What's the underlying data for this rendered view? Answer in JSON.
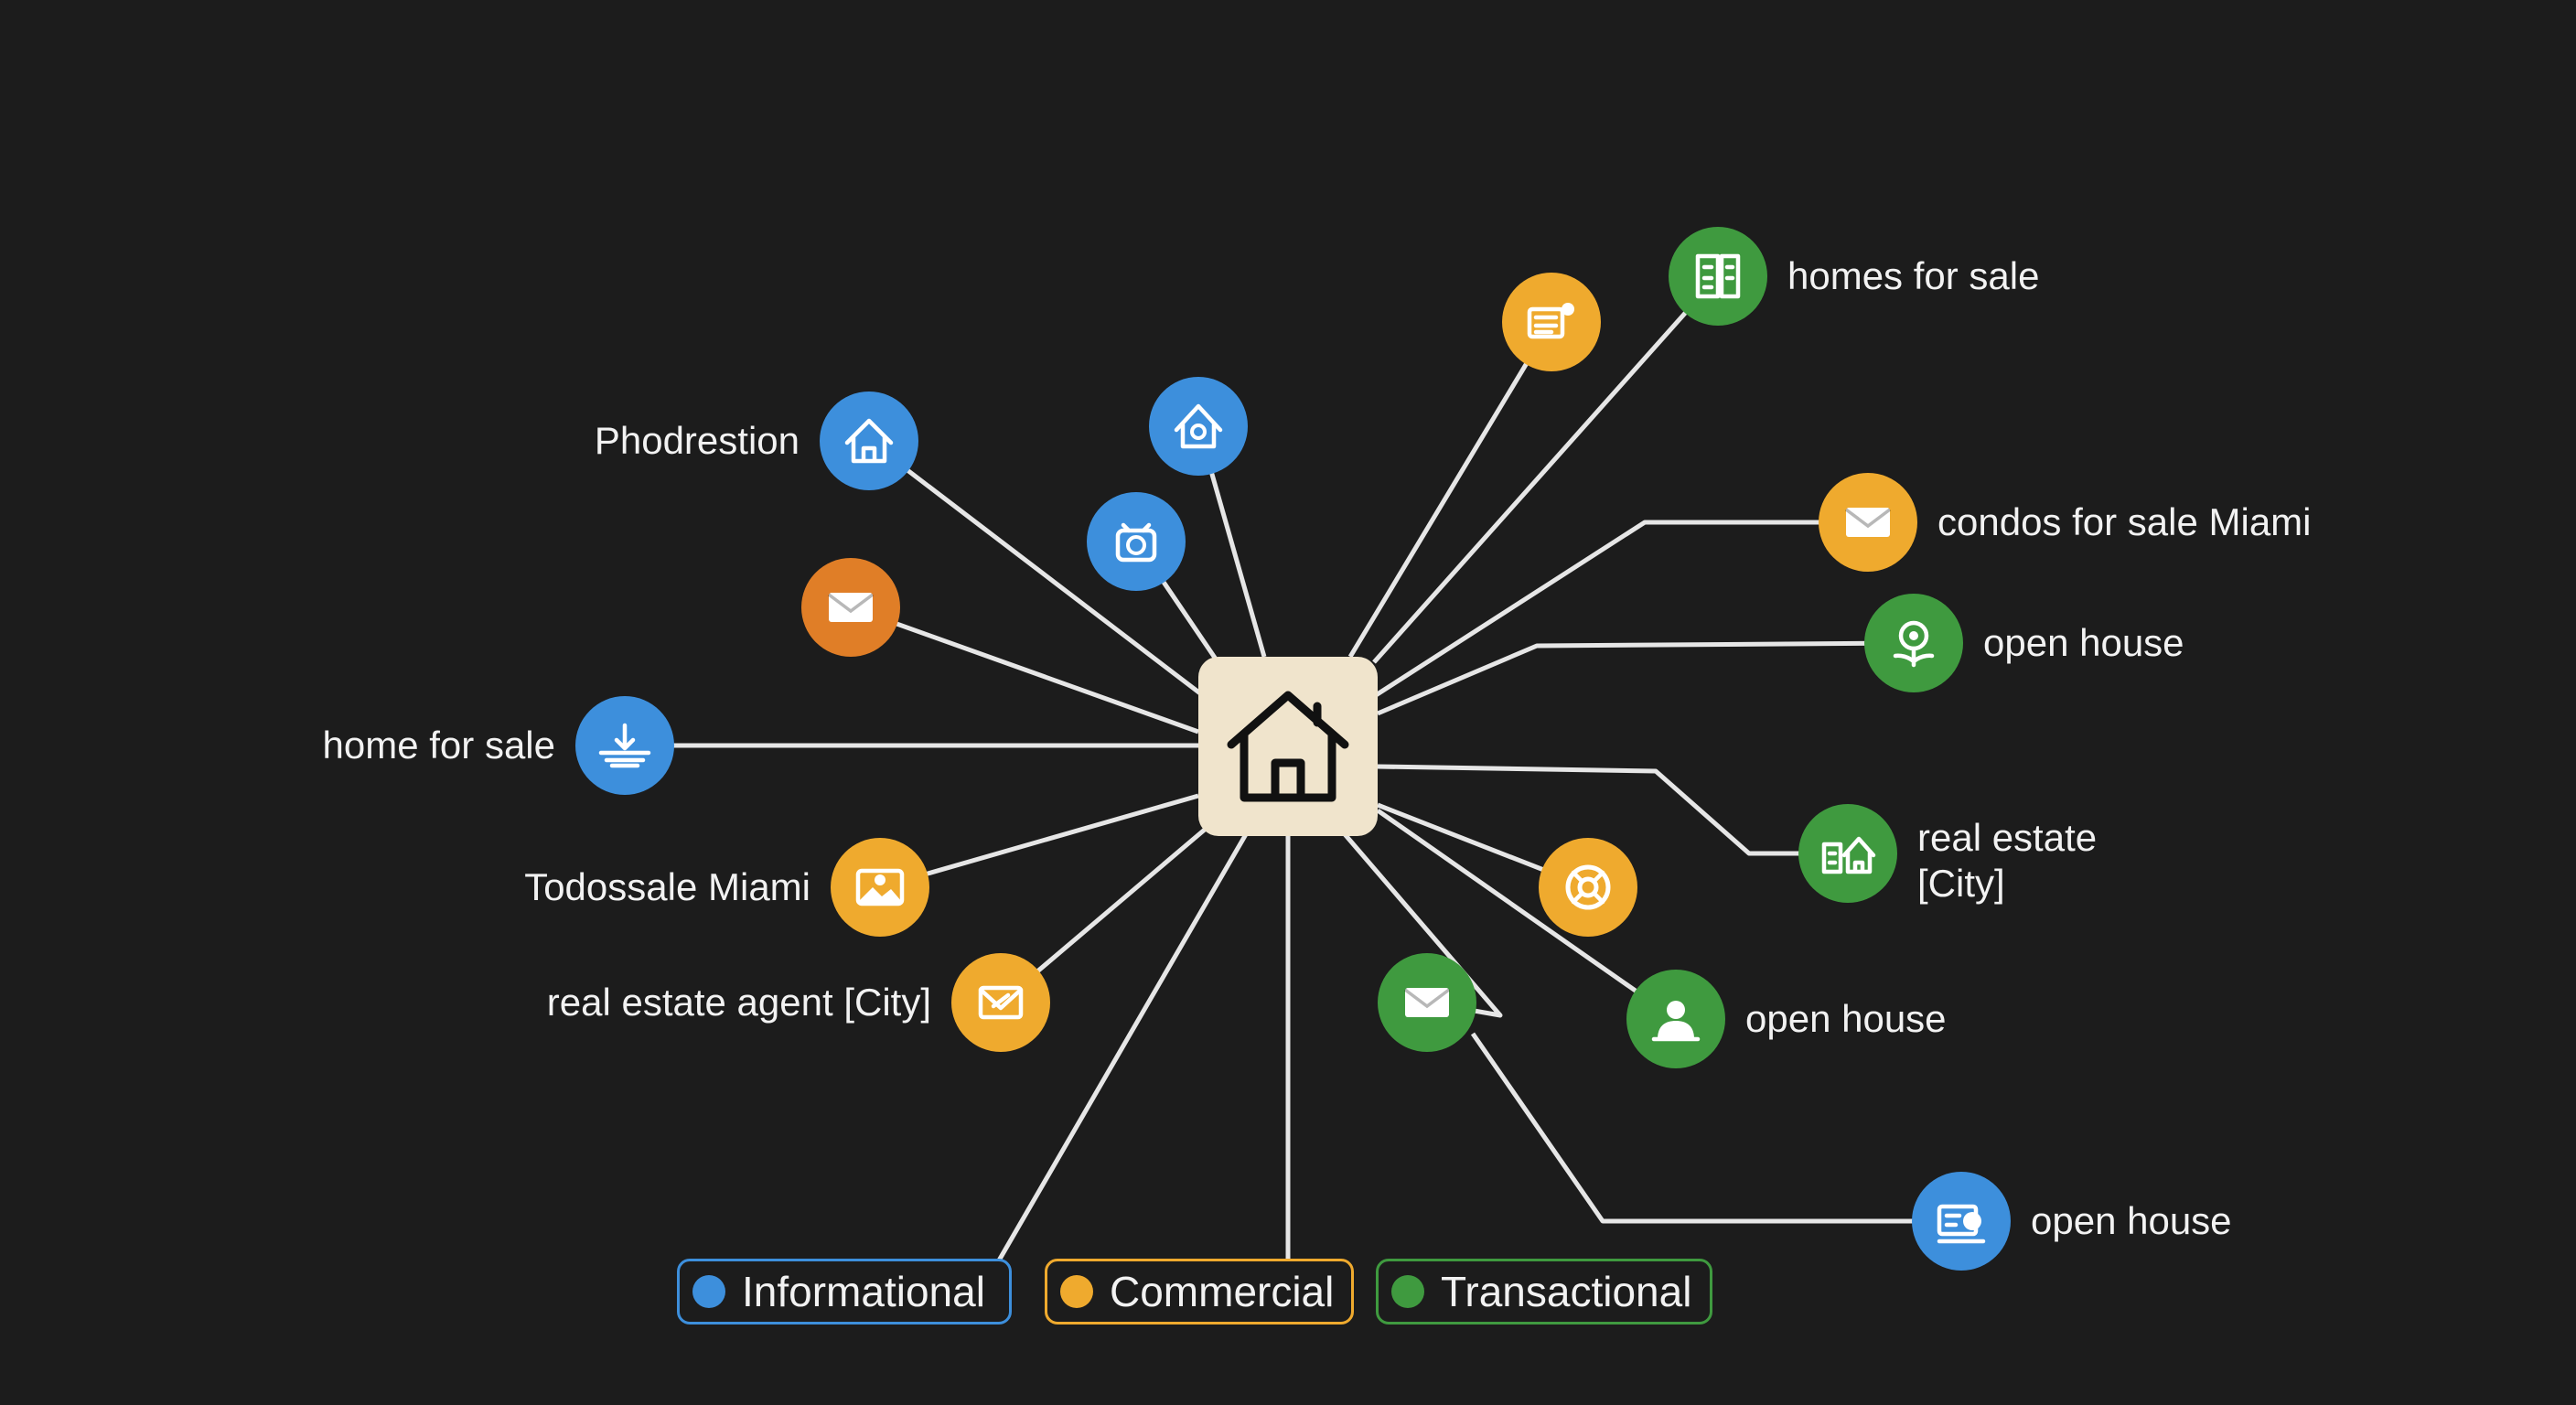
{
  "colors": {
    "informational": "#3d8fdc",
    "commercial": "#efaa2e",
    "commercial_dark": "#e07e27",
    "transactional": "#3f9a3f",
    "line": "#e6e6e6",
    "hub_fill": "#f0e4cc"
  },
  "hub": {
    "icon": "house-icon"
  },
  "nodes": [
    {
      "id": "phodrestion",
      "label": "Phodrestion",
      "category": "informational",
      "icon": "house-icon"
    },
    {
      "id": "top-blue",
      "label": "",
      "category": "informational",
      "icon": "home-camera-icon"
    },
    {
      "id": "alarm-blue",
      "label": "",
      "category": "informational",
      "icon": "alarm-icon"
    },
    {
      "id": "orange-mail",
      "label": "",
      "category": "commercial",
      "icon": "mail-icon"
    },
    {
      "id": "home-for-sale",
      "label": "home for sale",
      "category": "informational",
      "icon": "download-icon"
    },
    {
      "id": "todossale-miami",
      "label": "Todossale Miami",
      "category": "commercial",
      "icon": "image-icon"
    },
    {
      "id": "real-estate-agent",
      "label": "real estate agent [City]",
      "category": "commercial",
      "icon": "envelope-icon"
    },
    {
      "id": "yellow-top",
      "label": "",
      "category": "commercial",
      "icon": "list-icon"
    },
    {
      "id": "homes-for-sale",
      "label": "homes for sale",
      "category": "transactional",
      "icon": "building-icon"
    },
    {
      "id": "condos-for-sale-miami",
      "label": "condos for sale Miami",
      "category": "commercial",
      "icon": "mail-icon"
    },
    {
      "id": "open-house-1",
      "label": "open house",
      "category": "transactional",
      "icon": "flower-icon"
    },
    {
      "id": "real-estate-city",
      "label": "real estate\n[City]",
      "category": "transactional",
      "icon": "home-building-icon"
    },
    {
      "id": "yellow-lifebuoy",
      "label": "",
      "category": "commercial",
      "icon": "lifebuoy-icon"
    },
    {
      "id": "open-house-2",
      "label": "open house",
      "category": "transactional",
      "icon": "person-icon"
    },
    {
      "id": "green-mail",
      "label": "",
      "category": "transactional",
      "icon": "mail-icon"
    },
    {
      "id": "open-house-3",
      "label": "open house",
      "category": "informational",
      "icon": "card-icon"
    }
  ],
  "legend": [
    {
      "label": "Informational",
      "category": "informational"
    },
    {
      "label": "Commercial",
      "category": "commercial"
    },
    {
      "label": "Transactional",
      "category": "transactional"
    }
  ]
}
